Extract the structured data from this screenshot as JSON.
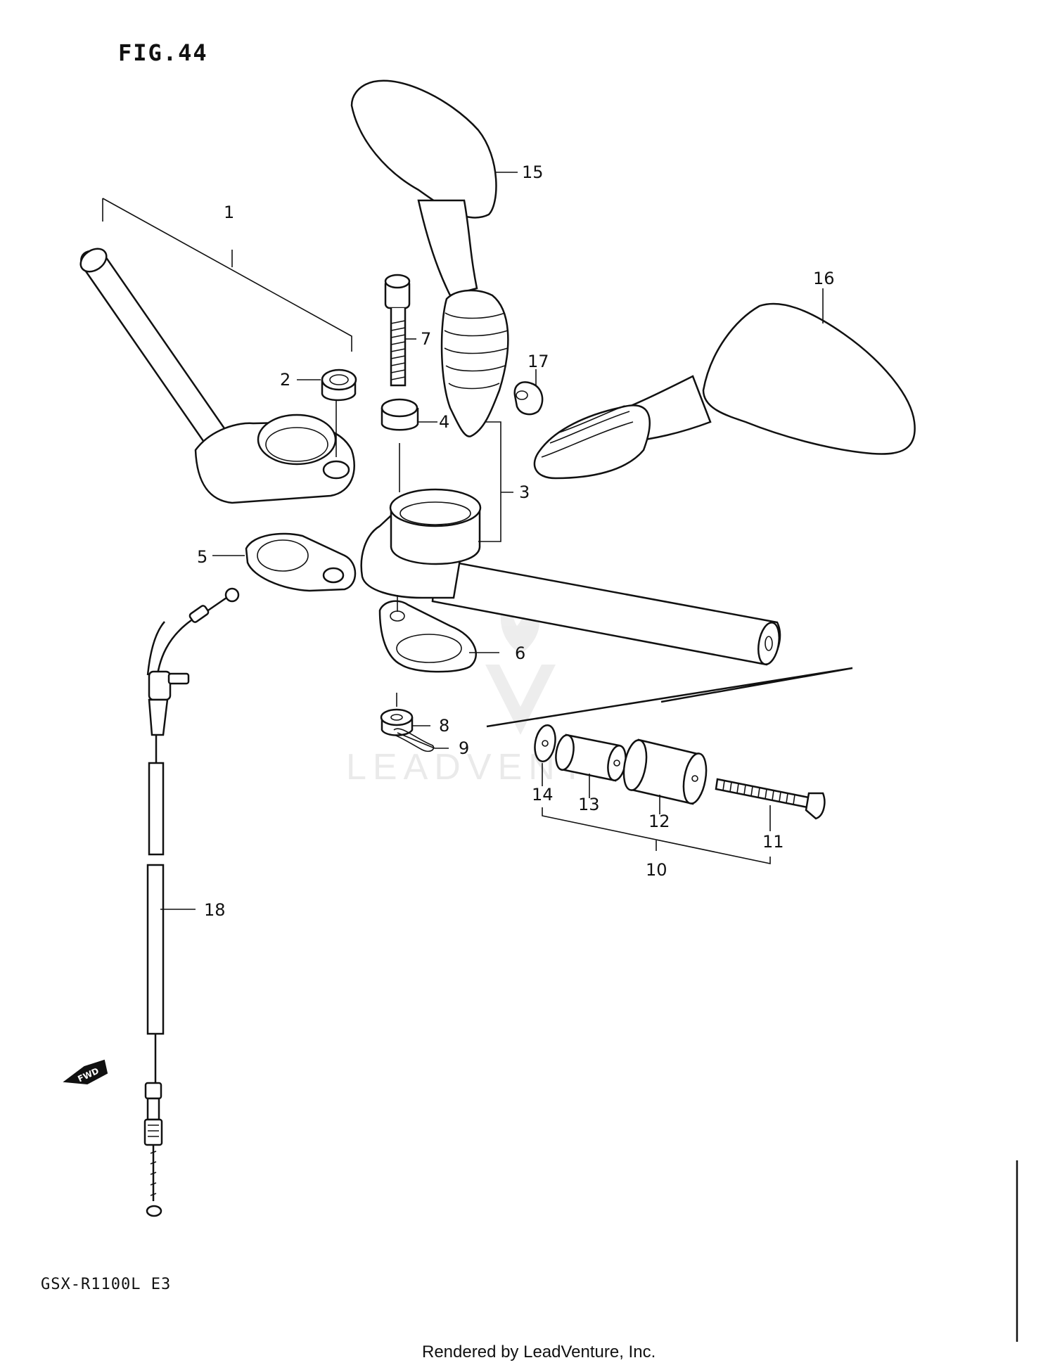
{
  "figure": {
    "title": "FIG.44",
    "model": "GSX-R1100L E3",
    "footer": "Rendered by LeadVenture, Inc.",
    "watermark": "LEADVENTURE",
    "direction_badge": "FWD"
  },
  "callouts": [
    "1",
    "2",
    "3",
    "4",
    "5",
    "6",
    "7",
    "8",
    "9",
    "10",
    "11",
    "12",
    "13",
    "14",
    "15",
    "16",
    "17",
    "18"
  ]
}
